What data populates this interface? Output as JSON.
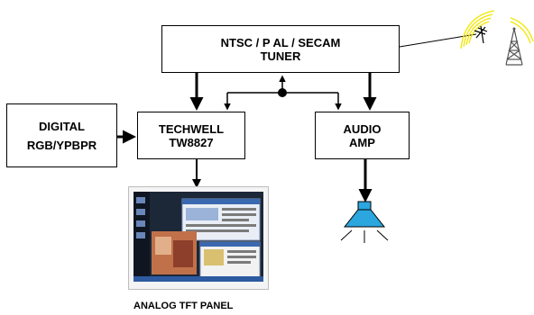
{
  "blocks": {
    "tuner": {
      "line1": "NTSC / P AL / SECAM",
      "line2": "TUNER"
    },
    "digital": {
      "line1": "DIGITAL",
      "line2": "RGB/YPBPR"
    },
    "techwell": {
      "line1": "TECHWELL",
      "line2": "TW8827"
    },
    "audio": {
      "line1": "AUDIO",
      "line2": "AMP"
    }
  },
  "panel": {
    "caption": "ANALOG TFT PANEL"
  },
  "icons": {
    "antenna": "antenna-icon",
    "tower": "radio-tower-icon",
    "speaker": "speaker-icon",
    "tft_panel": "tft-panel-screenshot"
  },
  "colors": {
    "stroke": "#000000",
    "speaker": "#2ba6de",
    "signal": "#f2e600"
  }
}
